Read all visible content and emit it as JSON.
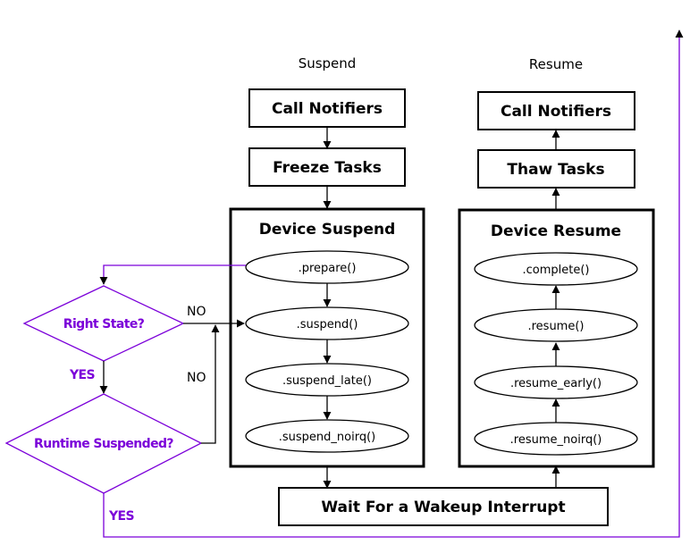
{
  "headings": {
    "suspend": "Suspend",
    "resume": "Resume"
  },
  "suspend": {
    "call_notifiers": "Call Notifiers",
    "freeze_tasks": "Freeze Tasks",
    "device_suspend": "Device Suspend",
    "callbacks": [
      ".prepare()",
      ".suspend()",
      ".suspend_late()",
      ".suspend_noirq()"
    ]
  },
  "resume": {
    "call_notifiers": "Call Notifiers",
    "thaw_tasks": "Thaw Tasks",
    "device_resume": "Device Resume",
    "callbacks": [
      ".complete()",
      ".resume()",
      ".resume_early()",
      ".resume_noirq()"
    ]
  },
  "wakeup": "Wait For a Wakeup Interrupt",
  "decisions": {
    "right_state": "Right State?",
    "runtime_suspended": "Runtime Suspended?",
    "yes_1": "YES",
    "yes_2": "YES",
    "no_1": "NO",
    "no_2": "NO"
  },
  "colors": {
    "line": "#000000",
    "accent": "#7b00d9"
  }
}
